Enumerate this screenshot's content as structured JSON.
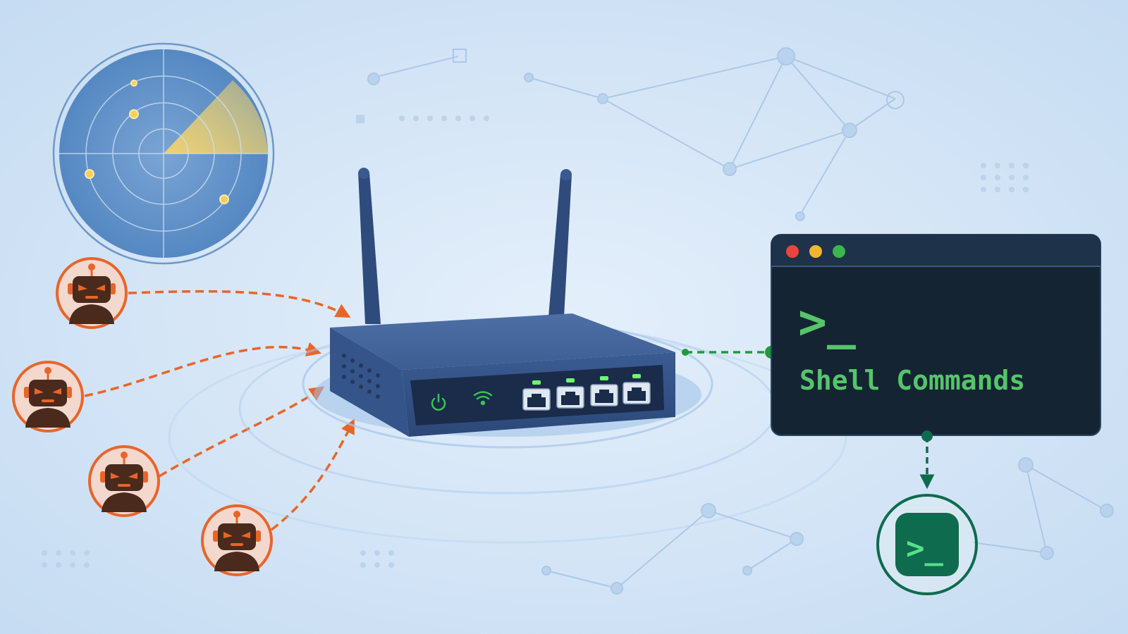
{
  "terminal": {
    "prompt": ">_",
    "title": "Shell Commands",
    "traffic_lights": [
      "#e8453c",
      "#f4b52e",
      "#3cb54a"
    ]
  },
  "router": {
    "indicators": [
      "power-icon",
      "wifi-icon"
    ],
    "ports": 4,
    "led_color": "#6dff6a"
  },
  "attackers": {
    "count": 4,
    "icon": "robot-icon",
    "color": "#e8652a"
  },
  "radar": {
    "icon": "radar-icon",
    "blips": 4,
    "sweep_color": "#f4d36b"
  },
  "shell_badge": {
    "icon": "terminal-icon",
    "symbol": ">_",
    "color": "#0e6b4e"
  },
  "colors": {
    "background": "#d3e5f7",
    "attack_arrow": "#e8652a",
    "connection": "#1f9b3a",
    "terminal_bg": "#142433",
    "terminal_text": "#56c46a"
  }
}
